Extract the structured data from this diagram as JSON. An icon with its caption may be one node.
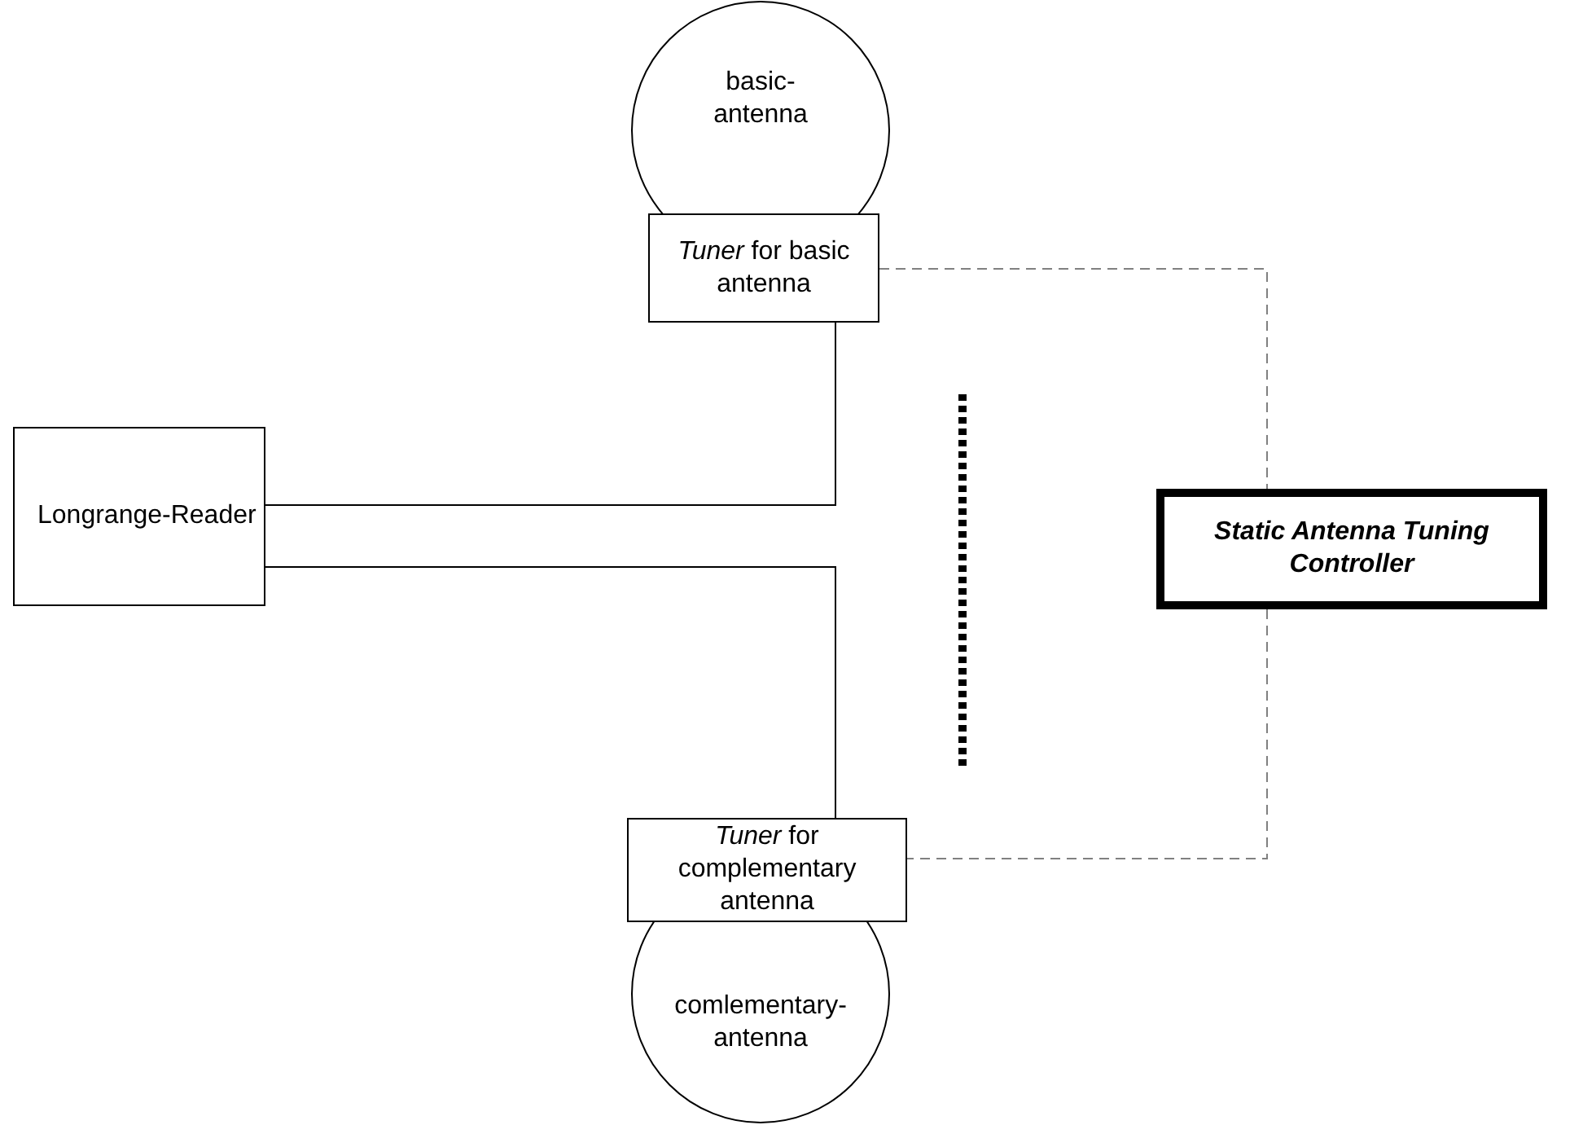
{
  "diagram": {
    "nodes": [
      {
        "text": [
          "basic-antenna"
        ]
      },
      {
        "text": [
          "*Tuner* for basic antenna"
        ]
      },
      {
        "text": [
          "Longrange-Reader"
        ]
      },
      {
        "text": [
          "Static Antenna Tuning Controller"
        ]
      },
      {
        "text": [
          "*Tuner* for complementary antenna"
        ]
      },
      {
        "text": [
          "comlementary-antenna"
        ]
      }
    ],
    "edges": [
      {
        "from": 1,
        "to": 2,
        "arrow": "none"
      },
      {
        "from": 2,
        "to": 4,
        "arrow": "none"
      },
      {
        "from": 1,
        "to": 4,
        "arrow": "none",
        "style": "dashed"
      },
      {
        "from": 1,
        "to": 3,
        "arrow": "none",
        "style": "dashed",
        "color": "#808080"
      },
      {
        "from": 3,
        "to": 4,
        "arrow": "none",
        "style": "dashed",
        "color": "#808080"
      }
    ]
  }
}
